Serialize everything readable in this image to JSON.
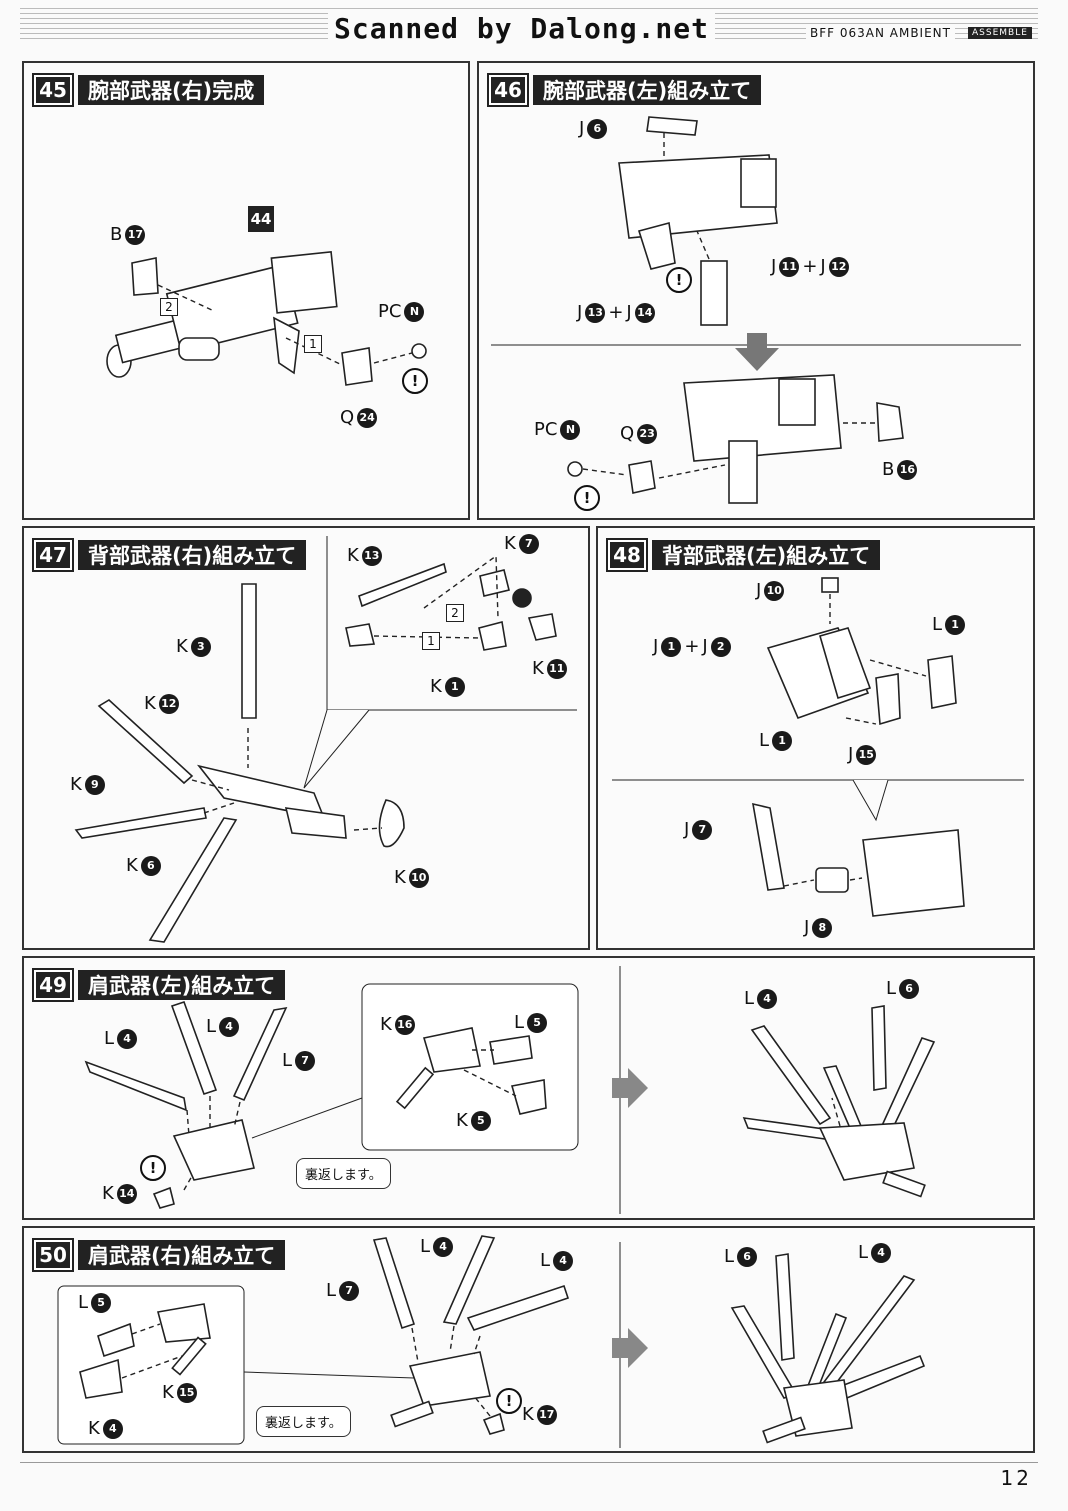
{
  "header": {
    "watermark": "Scanned by Dalong.net",
    "model": "BFF 063AN AMBIENT",
    "tag": "ASSEMBLE"
  },
  "steps": [
    {
      "num": "45",
      "title": "腕部武器(右)完成"
    },
    {
      "num": "46",
      "title": "腕部武器(左)組み立て"
    },
    {
      "num": "47",
      "title": "背部武器(右)組み立て"
    },
    {
      "num": "48",
      "title": "背部武器(左)組み立て"
    },
    {
      "num": "49",
      "title": "肩武器(左)組み立て"
    },
    {
      "num": "50",
      "title": "肩武器(右)組み立て"
    }
  ],
  "ref_step": "44",
  "parts": {
    "p45": {
      "b": "B",
      "b_n": "17",
      "pc": "PC",
      "pc_n": "N",
      "q": "Q",
      "q_n": "24",
      "s1": "1",
      "s2": "2"
    },
    "p46": {
      "j6": "J",
      "j6_n": "6",
      "j11": "J",
      "j11_n": "11",
      "plus": "+",
      "j12": "J",
      "j12_n": "12",
      "j13": "J",
      "j13_n": "13",
      "j14": "J",
      "j14_n": "14",
      "pc": "PC",
      "pc_n": "N",
      "q": "Q",
      "q_n": "23",
      "b": "B",
      "b_n": "16"
    },
    "p47": {
      "k3": "K",
      "k3_n": "3",
      "k12": "K",
      "k12_n": "12",
      "k9": "K",
      "k9_n": "9",
      "k6": "K",
      "k6_n": "6",
      "k10": "K",
      "k10_n": "10",
      "k13": "K",
      "k13_n": "13",
      "k7": "K",
      "k7_n": "7",
      "k11": "K",
      "k11_n": "11",
      "k1": "K",
      "k1_n": "1",
      "s1": "1",
      "s2": "2"
    },
    "p48": {
      "j10": "J",
      "j10_n": "10",
      "j1": "J",
      "j1_n": "1",
      "j2": "J",
      "j2_n": "2",
      "l1a": "L",
      "l1a_n": "1",
      "l1b": "L",
      "l1b_n": "1",
      "j15": "J",
      "j15_n": "15",
      "j7": "J",
      "j7_n": "7",
      "j8": "J",
      "j8_n": "8"
    },
    "p49": {
      "l4a": "L",
      "l4a_n": "4",
      "l4b": "L",
      "l4b_n": "4",
      "l7": "L",
      "l7_n": "7",
      "k14": "K",
      "k14_n": "14",
      "k16": "K",
      "k16_n": "16",
      "l5": "L",
      "l5_n": "5",
      "k5": "K",
      "k5_n": "5",
      "l4c": "L",
      "l4c_n": "4",
      "l6": "L",
      "l6_n": "6",
      "note": "裏返します。"
    },
    "p50": {
      "l5": "L",
      "l5_n": "5",
      "k15": "K",
      "k15_n": "15",
      "k4": "K",
      "k4_n": "4",
      "l7": "L",
      "l7_n": "7",
      "l4a": "L",
      "l4a_n": "4",
      "l4b": "L",
      "l4b_n": "4",
      "k17": "K",
      "k17_n": "17",
      "l6": "L",
      "l6_n": "6",
      "l4c": "L",
      "l4c_n": "4",
      "note": "裏返します。"
    }
  },
  "warn_symbol": "!",
  "page_number": "12"
}
